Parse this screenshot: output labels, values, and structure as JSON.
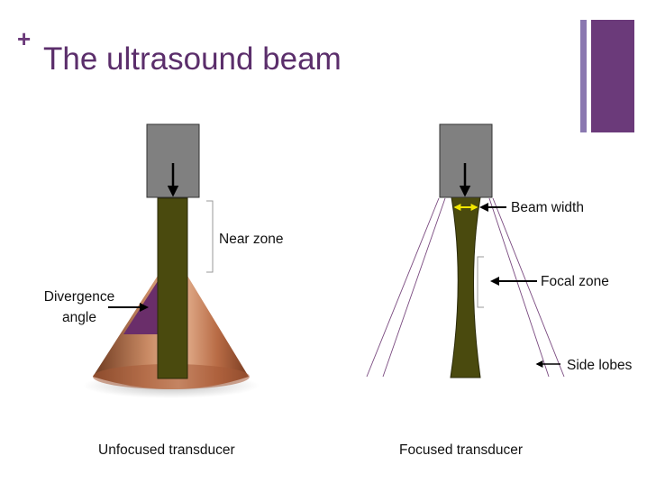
{
  "slide": {
    "bullet": "+",
    "title": "The ultrasound beam"
  },
  "labels": {
    "near_zone": "Near zone",
    "divergence_angle": [
      "Divergence",
      "angle"
    ],
    "beam_width": "Beam width",
    "focal_zone": "Focal zone",
    "side_lobes": "Side lobes",
    "unfocused_caption": "Unfocused transducer",
    "focused_caption": "Focused transducer"
  },
  "colors": {
    "title": "#5b2e6b",
    "accent_purple": "#6b3a7a",
    "accent_thin": "#8a78b0",
    "transducer": "#808080",
    "beam": "#4a4a0e",
    "divergence": "#6a2e6a",
    "cone_copper": "#b56a44",
    "beam_width_marker": "#f2e600",
    "side_lobe_line": "#7a4a80"
  }
}
